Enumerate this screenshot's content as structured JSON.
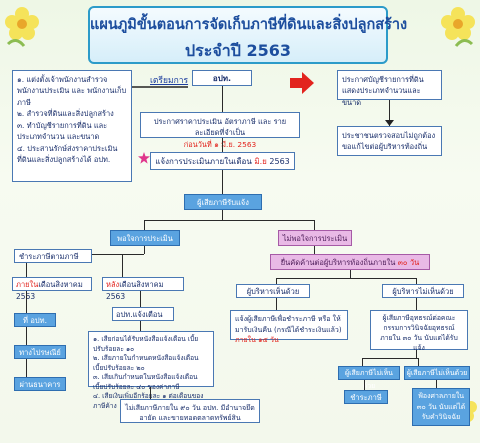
{
  "title": {
    "line1": "แผนภูมิขั้นตอนการจัดเก็บภาษีที่ดินและสิ่งปลูกสร้าง",
    "line2": "ประจำปี 2563"
  },
  "prep_label": "เตรียมการ",
  "opt": "อปท.",
  "prep_list": [
    "๑. แต่งตั้งเจ้าพนักงานสำรวจ พนักงานประเมิน และ พนักงานเก็บภาษี",
    "๒. สำรวจที่ดินและสิ่งปลูกสร้าง",
    "๓. ทำบัญชีรายการที่ดิน และ ประเภทจำนวน และขนาด",
    "๔. ประสานรักษ์ส่งราคาประเมินที่ดินและสิ่งปลูกสร้างได้ อปท."
  ],
  "announce_box": "ประกาศบัญชีรายการที่ดิน แสดงประเภทจำนวนและขนาด",
  "check_box": "ประชาชนตรวจสอบไม่ถูกต้อง ขอแก้ไขต่อผู้บริหารท้องถิ่น",
  "rate_box": {
    "line1": "ประกาศราคาประเมิน อัตราภาษี และ รายละเอียดที่จำเป็น",
    "prefix": "ก่อนวันที่ ๑ มี.ย. 2563"
  },
  "notify_box": {
    "text": "แจ้งการประเมินภายในเดือน",
    "red": "มิ.ย",
    "year": "2563"
  },
  "taxpayer": "ผู้เสียภาษีรับแจ้ง",
  "agree": "พอใจการประเมิน",
  "disagree": "ไม่พอใจการประเมิน",
  "objection": {
    "text": "ยื่นคัดค้านต่อผู้บริหารท้องถิ่นภายใน",
    "red": "๓๐ วัน"
  },
  "pay_label": "ชำระภาษีตามภาษี",
  "within_aug": {
    "red": "ภายใน",
    "text": "เดือนสิงหาคม 2563"
  },
  "after_aug": {
    "red": "หลัง",
    "text": "เดือนสิงหาคม 2563"
  },
  "pay_tax": "ที่ อปท.",
  "bank_transfer": "ทางไปรษณีย์",
  "bank": "ผ่านธนาคาร",
  "opt_notify": "อปท.แจ้งเตือน",
  "penalty_list": [
    "๑. เสียก่อนได้รับหนังสือแจ้งเตือน เบี้ยปรับร้อยละ ๑๐",
    "๒. เสียภายในกำหนดหนังสือแจ้งเตือน เบี้ยปรับร้อยละ ๒๐",
    "๓. เสียเกินกำหนดในหนังสือแจ้งเตือน เบี้ยปรับร้อยละ ๔๐ ของค่าภาษี",
    "๔. เสียเงินเพิ่มอีกร้อยละ ๑ ต่อเดือนของภาษีค้าง"
  ],
  "final_box": "ไม่เสียภาษีภายใน ๙๐ วัน อปท. มีอำนาจยึดอายัด และขายทอดตลาดทรัพย์สิน",
  "admin_agree": "ผู้บริหารเห็นด้วย",
  "admin_disagree": "ผู้บริหารไม่เห็นด้วย",
  "refund": {
    "text": "แจ้งผู้เสียภาษีเพื่อชำระภาษี หรือ ให้มารับเงินคืน (กรณีได้ชำระเงินแล้ว)",
    "red": "ภายใน ๑๕ วัน"
  },
  "appeal": "ผู้เสียภาษีอุทธรณ์ต่อคณะกรรมการวินิจฉัยอุทธรณ์ภายใน ๓๐ วัน นับแต่ได้รับแจ้ง",
  "tp_disagree": "ผู้เสียภาษีไม่เห็นด้วย",
  "tp_agree": "ผู้เสียภาษีไม่เห็นด้วย",
  "pay_tax2": "ชำระภาษี",
  "court": "ฟ้องศาลภายใน ๓๐ วัน นับแต่ได้รับคำวินิจฉัย",
  "colors": {
    "title_border": "#2c9bc9",
    "blue": "#5aa3e0",
    "pink": "#e9b9e6",
    "red": "#e2241e",
    "navy": "#1a2f6b"
  },
  "icons": [
    "flower-icon",
    "arrow-icon",
    "star-icon"
  ]
}
